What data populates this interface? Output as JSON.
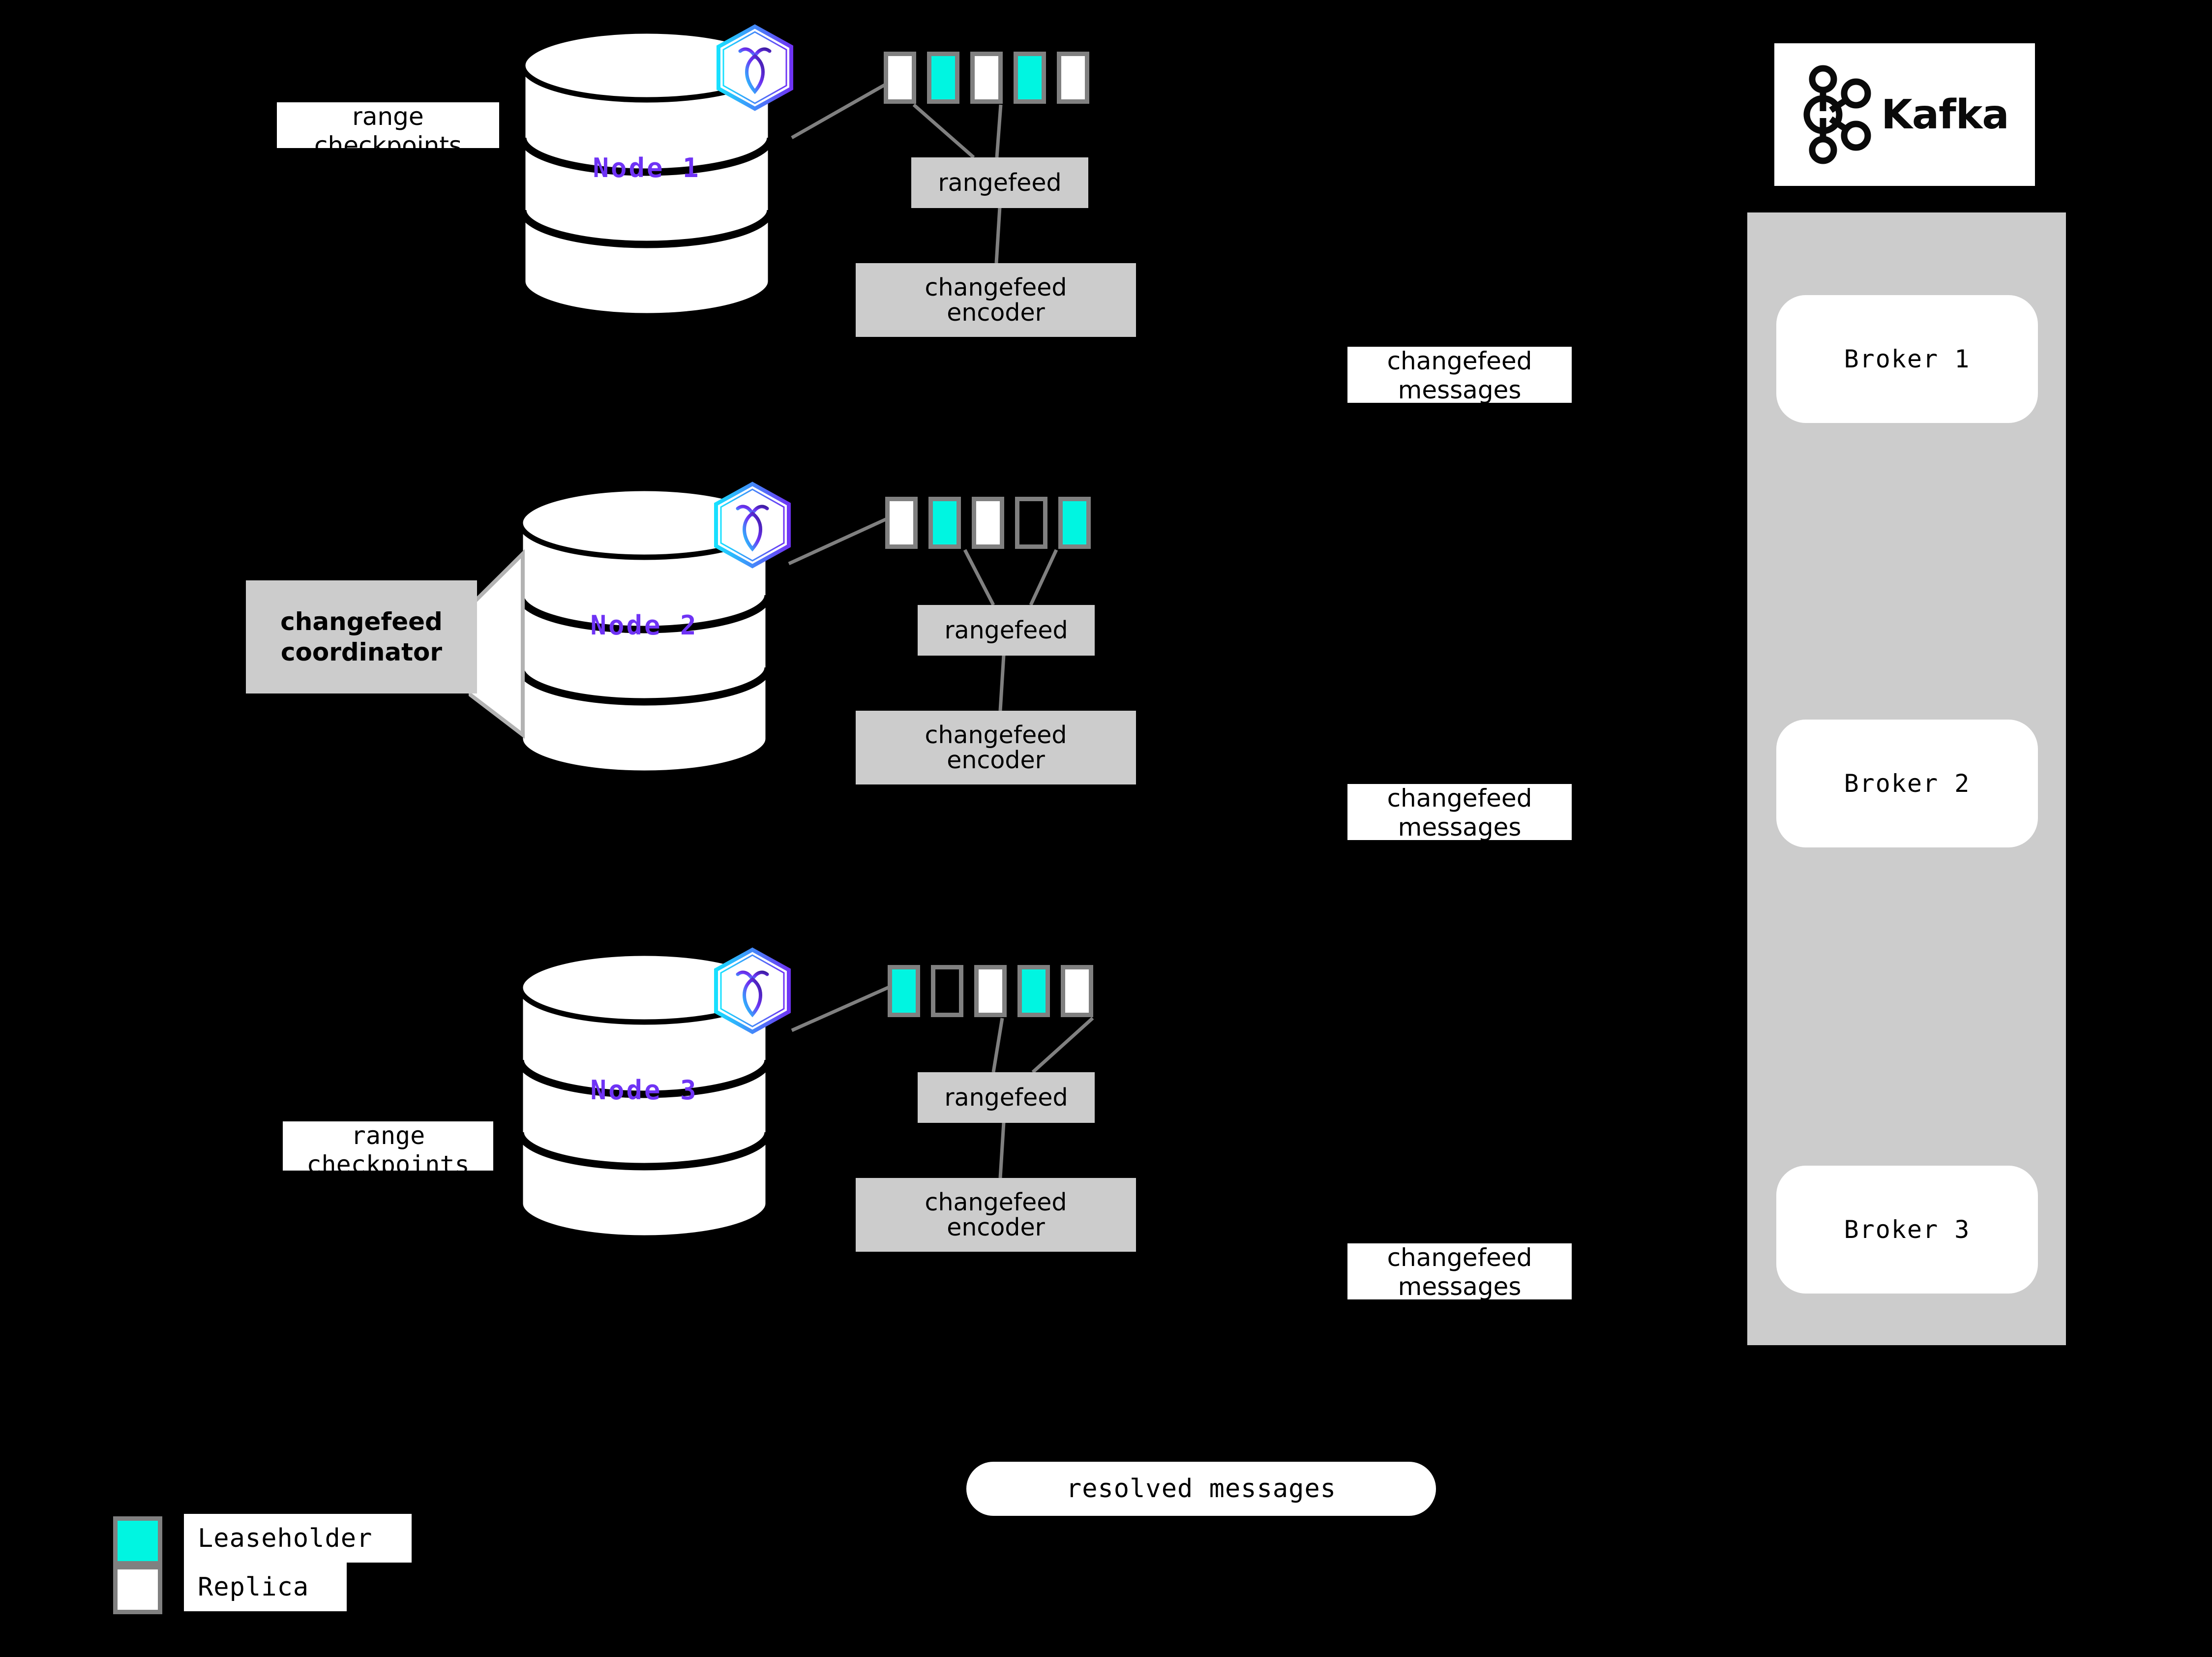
{
  "diagram": {
    "background_color": "#000000",
    "accent_purple": "#6f33f5",
    "leaseholder_color": "#00f5e1",
    "gray_box_color": "#cccccc",
    "line_color": "#808080"
  },
  "nodes": [
    {
      "label": "Node 1",
      "range_checkpoints_label": "range\ncheckpoints",
      "rangefeed_label": "rangefeed",
      "encoder_label": "changefeed\nencoder",
      "ranges": [
        "replica",
        "leaseholder",
        "replica",
        "leaseholder",
        "replica"
      ]
    },
    {
      "label": "Node 2",
      "coordinator_label": "changefeed\ncoordinator",
      "rangefeed_label": "rangefeed",
      "encoder_label": "changefeed\nencoder",
      "ranges": [
        "replica",
        "leaseholder",
        "replica",
        "empty",
        "leaseholder"
      ]
    },
    {
      "label": "Node 3",
      "range_checkpoints_label": "range\ncheckpoints",
      "rangefeed_label": "rangefeed",
      "encoder_label": "changefeed\nencoder",
      "ranges": [
        "leaseholder",
        "empty",
        "replica",
        "leaseholder",
        "replica"
      ]
    }
  ],
  "messages": {
    "changefeed_1": "changefeed\nmessages",
    "changefeed_2": "changefeed\nmessages",
    "changefeed_3": "changefeed\nmessages",
    "resolved": "resolved messages"
  },
  "kafka": {
    "wordmark": "Kafka",
    "brokers": [
      "Broker 1",
      "Broker 2",
      "Broker 3"
    ]
  },
  "legend": {
    "items": [
      {
        "label": "Leaseholder",
        "swatch": "leaseholder"
      },
      {
        "label": "Replica",
        "swatch": "replica"
      }
    ]
  }
}
